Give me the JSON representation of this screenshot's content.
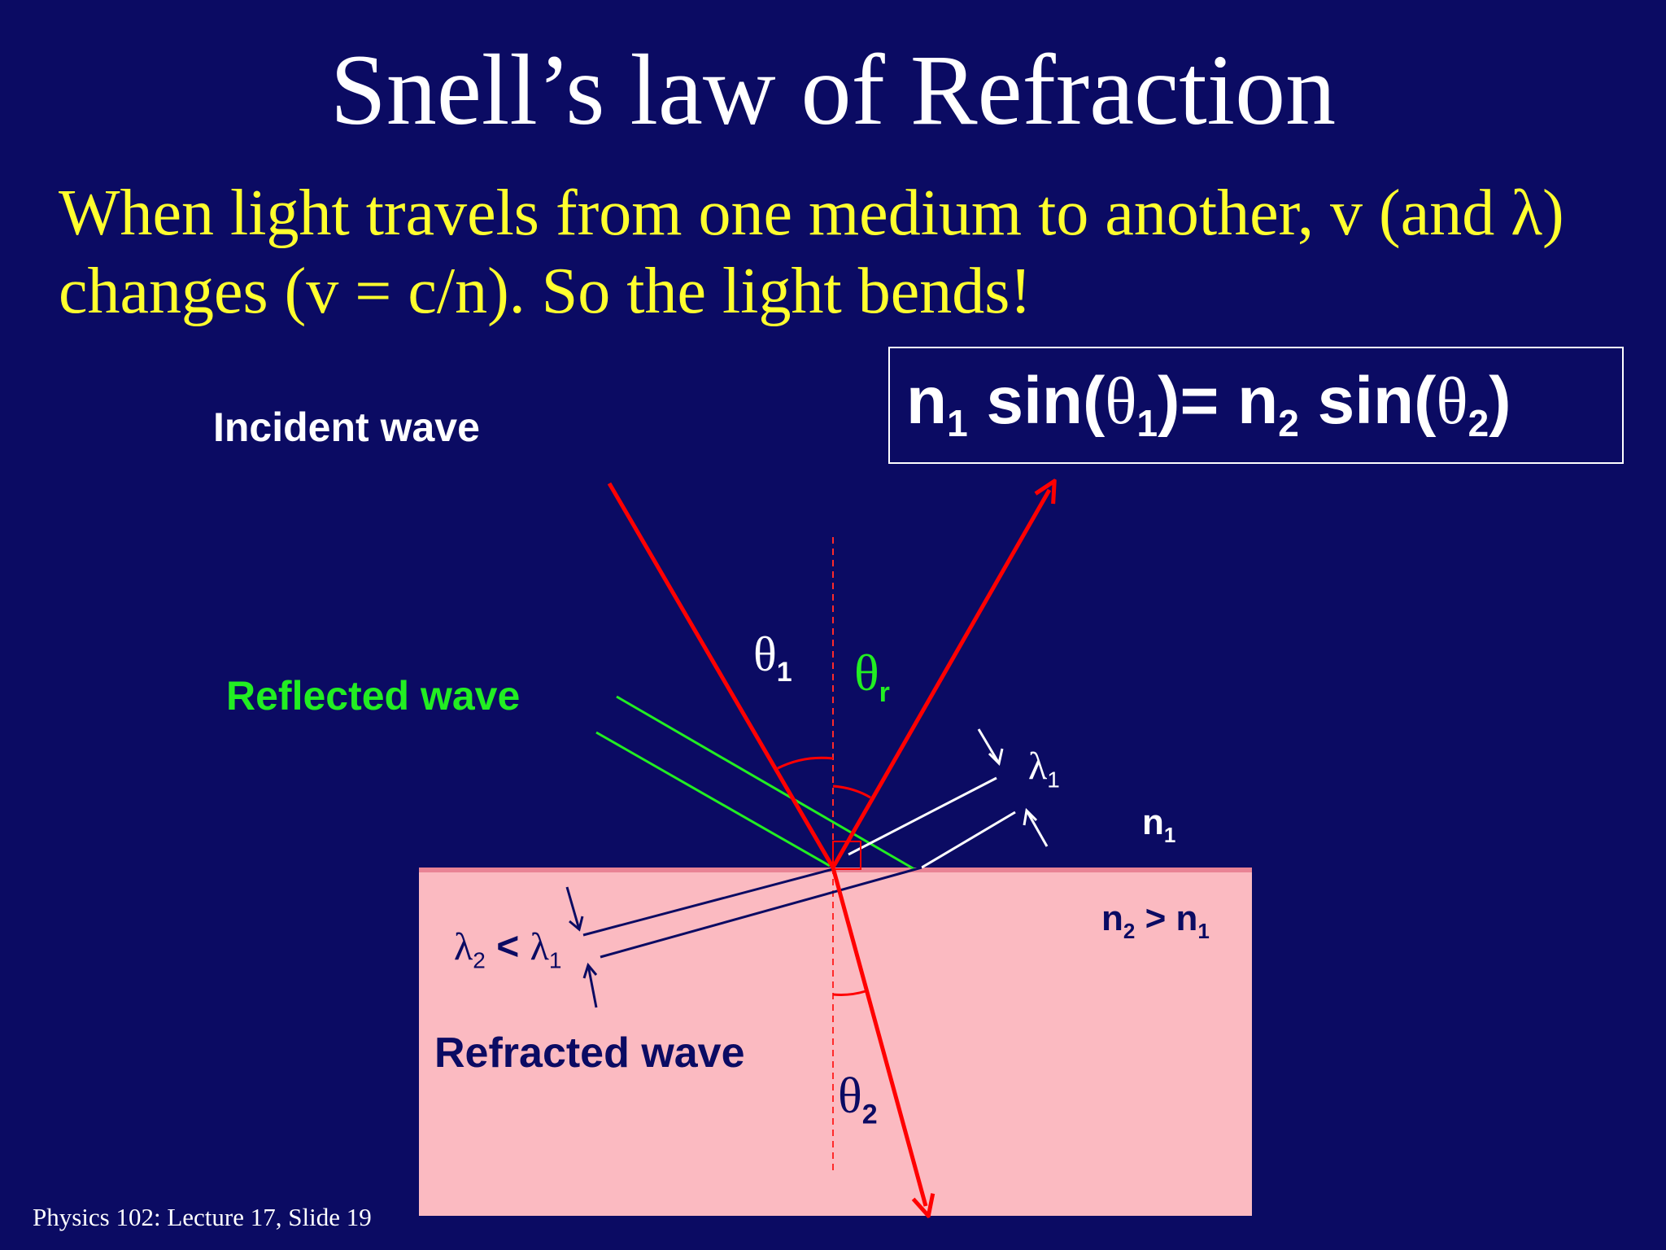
{
  "slide": {
    "title": "Snell’s law of Refraction",
    "subtitle": "When light travels from one medium to another, v (and λ) changes (v = c/n). So the light bends!",
    "footer": "Physics 102: Lecture 17, Slide 19"
  },
  "formula": {
    "n1": "n",
    "n1_sub": "1",
    "sin1": " sin(",
    "theta1": "θ",
    "theta1_sub": "1",
    "eq": ")= n",
    "n2_sub": "2",
    "sin2": " sin(",
    "theta2": "θ",
    "theta2_sub": "2",
    "close": ")"
  },
  "labels": {
    "incident_wave": "Incident wave",
    "reflected_wave": "Reflected wave",
    "refracted_wave": "Refracted wave",
    "theta1": "θ",
    "theta1_sub": "1",
    "theta_r": "θ",
    "theta_r_sub": "r",
    "theta2": "θ",
    "theta2_sub": "2",
    "lambda1": "λ",
    "lambda1_sub": "1",
    "n1": "n",
    "n1_sub": "1",
    "n2": "n",
    "n2_sub": "2",
    "n2_gt": " > n",
    "n2_gt_sub": "1",
    "lambda2": "λ",
    "lambda2_sub": "2",
    "lambda2_lt": " < ",
    "lambda2_lambda": "λ",
    "lambda2_lambda_sub": "1"
  },
  "colors": {
    "background": "#0b0b63",
    "ray": "#ff0000",
    "reflected_label": "#22ee22",
    "medium": "#fbbac1",
    "medium_text": "#0b0b63",
    "subtitle": "#ffff2e"
  }
}
